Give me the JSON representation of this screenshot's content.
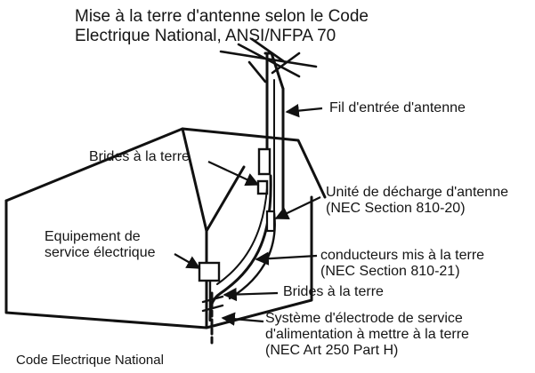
{
  "title": {
    "line1": "Mise à la terre d'antenne selon le Code",
    "line2": "Electrique National, ANSI/NFPA 70"
  },
  "labels": {
    "lead_in_wire": "Fil d'entrée d'antenne",
    "ground_clamps_top": "Brides à la terre",
    "discharge_unit_line1": "Unité de décharge d'antenne",
    "discharge_unit_line2": "(NEC Section 810-20)",
    "service_equipment_line1": "Equipement de",
    "service_equipment_line2": "service électrique",
    "grounding_conductors_line1": "conducteurs mis à la terre",
    "grounding_conductors_line2": "(NEC Section 810-21)",
    "ground_clamps_bottom": "Brides à la terre",
    "electrode_system_line1": "Système d'électrode de service",
    "electrode_system_line2": "d'alimentation à mettre à la terre",
    "electrode_system_line3": "(NEC Art 250 Part H)",
    "footer": "Code Electrique National"
  }
}
